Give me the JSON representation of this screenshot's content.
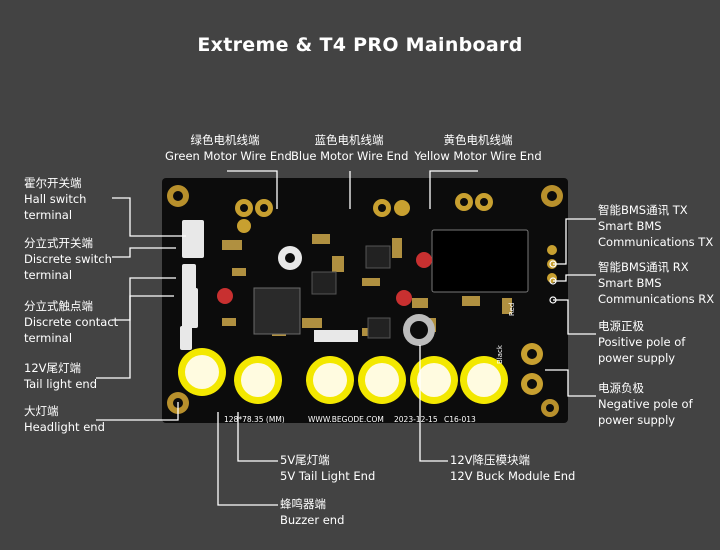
{
  "title": "Extreme & T4 PRO Mainboard",
  "labels": {
    "green_motor": {
      "cn": "绿色电机线端",
      "en": "Green Motor Wire End"
    },
    "blue_motor": {
      "cn": "蓝色电机线端",
      "en": "Blue Motor Wire End"
    },
    "yellow_motor": {
      "cn": "黄色电机线端",
      "en": "Yellow Motor Wire End"
    },
    "hall_switch": {
      "cn": "霍尔开关端",
      "en1": "Hall switch",
      "en2": "terminal"
    },
    "discrete_switch": {
      "cn": "分立式开关端",
      "en1": "Discrete switch",
      "en2": "terminal"
    },
    "discrete_contact": {
      "cn": "分立式触点端",
      "en1": "Discrete contact",
      "en2": "terminal"
    },
    "tail_12v": {
      "cn": "12V尾灯端",
      "en": "Tail light end"
    },
    "headlight": {
      "cn": "大灯端",
      "en": "Headlight end"
    },
    "bms_tx": {
      "cn": "智能BMS通讯 TX",
      "en1": "Smart BMS",
      "en2": "Communications TX"
    },
    "bms_rx": {
      "cn": "智能BMS通讯 RX",
      "en1": "Smart BMS",
      "en2": "Communications RX"
    },
    "positive": {
      "cn": "电源正极",
      "en1": "Positive pole of",
      "en2": "power supply"
    },
    "negative": {
      "cn": "电源负极",
      "en1": "Negative pole of",
      "en2": "power supply"
    },
    "tail_5v": {
      "cn": "5V尾灯端",
      "en": "5V Tail Light End"
    },
    "buck_12v": {
      "cn": "12V降压模块端",
      "en": "12V Buck Module End"
    },
    "buzzer": {
      "cn": "蜂鸣器端",
      "en": "Buzzer end"
    }
  },
  "board": {
    "silk_size": "128*78.35   (MM)",
    "silk_brand": "WWW.BEGODE.COM",
    "silk_date": "2023-12-15",
    "silk_code": "C16-013",
    "silk_black": "Black",
    "silk_red": "Red"
  },
  "colors": {
    "background": "#434343",
    "board": "#0c0c0c",
    "capacitor": "#f3e800",
    "pad": "#c8a030",
    "leader": "#ffffff"
  }
}
